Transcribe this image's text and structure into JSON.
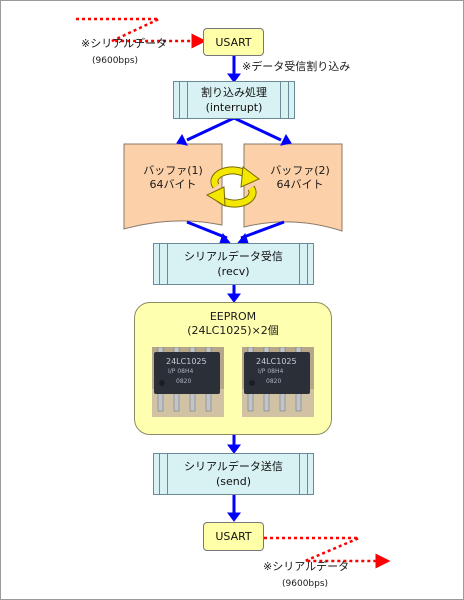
{
  "nodes": {
    "usart_in": "USART",
    "interrupt_process": "割り込み処理",
    "interrupt_sub": "(interrupt)",
    "buffer1_line1": "バッファ(1)",
    "buffer1_line2": "64バイト",
    "buffer2_line1": "バッファ(2)",
    "buffer2_line2": "64バイト",
    "serial_receive": "シリアルデータ受信",
    "serial_receive_sub": "(recv)",
    "eeprom_title": "EEPROM",
    "eeprom_sub": "(24LC1025)×2個",
    "serial_send": "シリアルデータ送信",
    "serial_send_sub": "(send)",
    "usart_out": "USART"
  },
  "annotations": {
    "serial_in": "※シリアルデータ",
    "serial_in_baud": "(9600bps)",
    "data_interrupt": "※データ受信割り込み",
    "serial_out": "※シリアルデータ",
    "serial_out_baud": "(9600bps)"
  },
  "chip_labels": {
    "part": "24LC1025",
    "lot1": "I/P 08H4",
    "lot2": "0820"
  },
  "colors": {
    "arrow_blue": "#0000ff",
    "dashed_red": "#ff0000",
    "usart_fill": "#ffffaa",
    "process_fill": "#d8f1f3",
    "buffer_fill": "#fcd0a8",
    "eeprom_fill": "#ffffb0",
    "cycle_yellow": "#f4e800"
  }
}
